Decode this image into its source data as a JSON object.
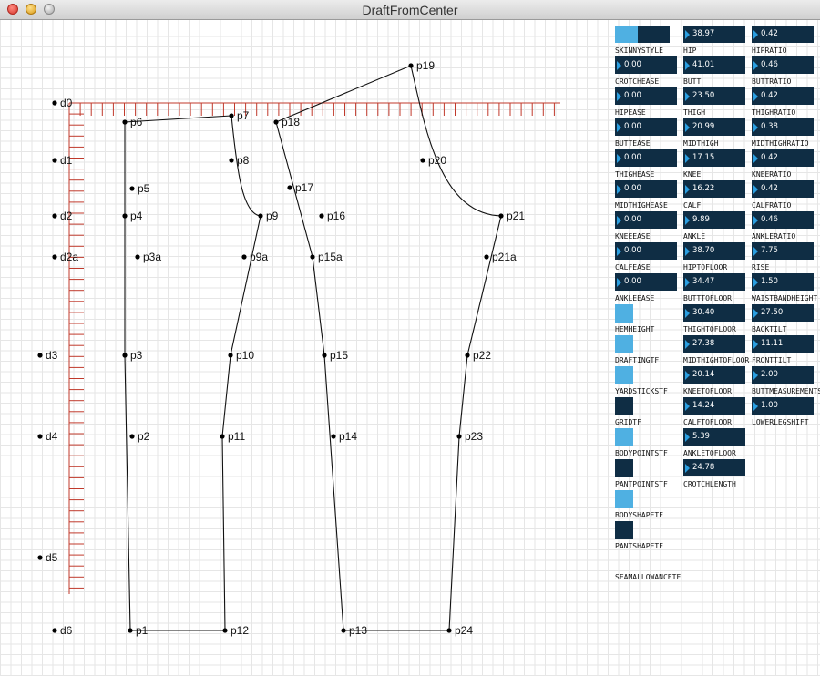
{
  "window": {
    "title": "DraftFromCenter"
  },
  "canvas": {
    "ruler_color": "#c0392b",
    "point_labels": {
      "d0": "d0",
      "d1": "d1",
      "d2": "d2",
      "d2a": "d2a",
      "d3": "d3",
      "d4": "d4",
      "d5": "d5",
      "d6": "d6",
      "p1": "p1",
      "p2": "p2",
      "p3": "p3",
      "p3a": "p3a",
      "p4": "p4",
      "p5": "p5",
      "p6": "p6",
      "p7": "p7",
      "p8": "p8",
      "p9": "p9",
      "p9a": "p9a",
      "p10": "p10",
      "p11": "p11",
      "p12": "p12",
      "p13": "p13",
      "p14": "p14",
      "p15": "p15",
      "p15a": "p15a",
      "p16": "p16",
      "p17": "p17",
      "p18": "p18",
      "p19": "p19",
      "p20": "p20",
      "p21": "p21",
      "p21a": "p21a",
      "p22": "p22",
      "p23": "p23",
      "p24": "p24"
    }
  },
  "panel": {
    "colors": {
      "active": "#4fb0e2",
      "inactive": "#0f2d44",
      "value_text": "#ffffff"
    },
    "skinnystyle": {
      "label": "SKINNYSTYLE",
      "fill": 0.42
    },
    "col1_sliders": [
      {
        "label": "CROTCHEASE",
        "value": "0.00"
      },
      {
        "label": "HIPEASE",
        "value": "0.00"
      },
      {
        "label": "BUTTEASE",
        "value": "0.00"
      },
      {
        "label": "THIGHEASE",
        "value": "0.00"
      },
      {
        "label": "MIDTHIGHEASE",
        "value": "0.00"
      },
      {
        "label": "KNEEEASE",
        "value": "0.00"
      },
      {
        "label": "CALFEASE",
        "value": "0.00"
      },
      {
        "label": "ANKLEEASE",
        "value": "0.00"
      }
    ],
    "toggles": [
      {
        "label": "HEMHEIGHT",
        "state": "on"
      },
      {
        "label": "DRAFTINGTF",
        "state": "on"
      },
      {
        "label": "YARDSTICKSTF",
        "state": "on"
      },
      {
        "label": "GRIDTF",
        "state": "off"
      },
      {
        "label": "BODYPOINTSTF",
        "state": "on"
      },
      {
        "label": "PANTPOINTSTF",
        "state": "off"
      },
      {
        "label": "BODYSHAPETF",
        "state": "on"
      },
      {
        "label": "PANTSHAPETF",
        "state": "off"
      },
      {
        "label": "SEAMALLOWANCETF",
        "state": "none"
      }
    ],
    "col2_sliders": [
      {
        "label": "HIP",
        "value": "38.97"
      },
      {
        "label": "BUTT",
        "value": "41.01"
      },
      {
        "label": "THIGH",
        "value": "23.50"
      },
      {
        "label": "MIDTHIGH",
        "value": "20.99"
      },
      {
        "label": "KNEE",
        "value": "17.15"
      },
      {
        "label": "CALF",
        "value": "16.22"
      },
      {
        "label": "ANKLE",
        "value": "9.89"
      },
      {
        "label": "HIPTOFLOOR",
        "value": "38.70"
      },
      {
        "label": "BUTTTOFLOOR",
        "value": "34.47"
      },
      {
        "label": "THIGHTOFLOOR",
        "value": "30.40"
      },
      {
        "label": "MIDTHIGHTOFLOOR",
        "value": "27.38"
      },
      {
        "label": "KNEETOFLOOR",
        "value": "20.14"
      },
      {
        "label": "CALFTOFLOOR",
        "value": "14.24"
      },
      {
        "label": "ANKLETOFLOOR",
        "value": "5.39"
      },
      {
        "label": "CROTCHLENGTH",
        "value": "24.78"
      }
    ],
    "col3_sliders": [
      {
        "label": "HIPRATIO",
        "value": "0.42"
      },
      {
        "label": "BUTTRATIO",
        "value": "0.46"
      },
      {
        "label": "THIGHRATIO",
        "value": "0.42"
      },
      {
        "label": "MIDTHIGHRATIO",
        "value": "0.38"
      },
      {
        "label": "KNEERATIO",
        "value": "0.42"
      },
      {
        "label": "CALFRATIO",
        "value": "0.42"
      },
      {
        "label": "ANKLERATIO",
        "value": "0.46"
      },
      {
        "label": "RISE",
        "value": "7.75"
      },
      {
        "label": "WAISTBANDHEIGHT",
        "value": "1.50"
      },
      {
        "label": "BACKTILT",
        "value": "27.50"
      },
      {
        "label": "FRONTTILT",
        "value": "11.11"
      },
      {
        "label": "BUTTMEASUREMENTS",
        "value": "2.00"
      },
      {
        "label": "LOWERLEGSHIFT",
        "value": "1.00"
      }
    ]
  }
}
